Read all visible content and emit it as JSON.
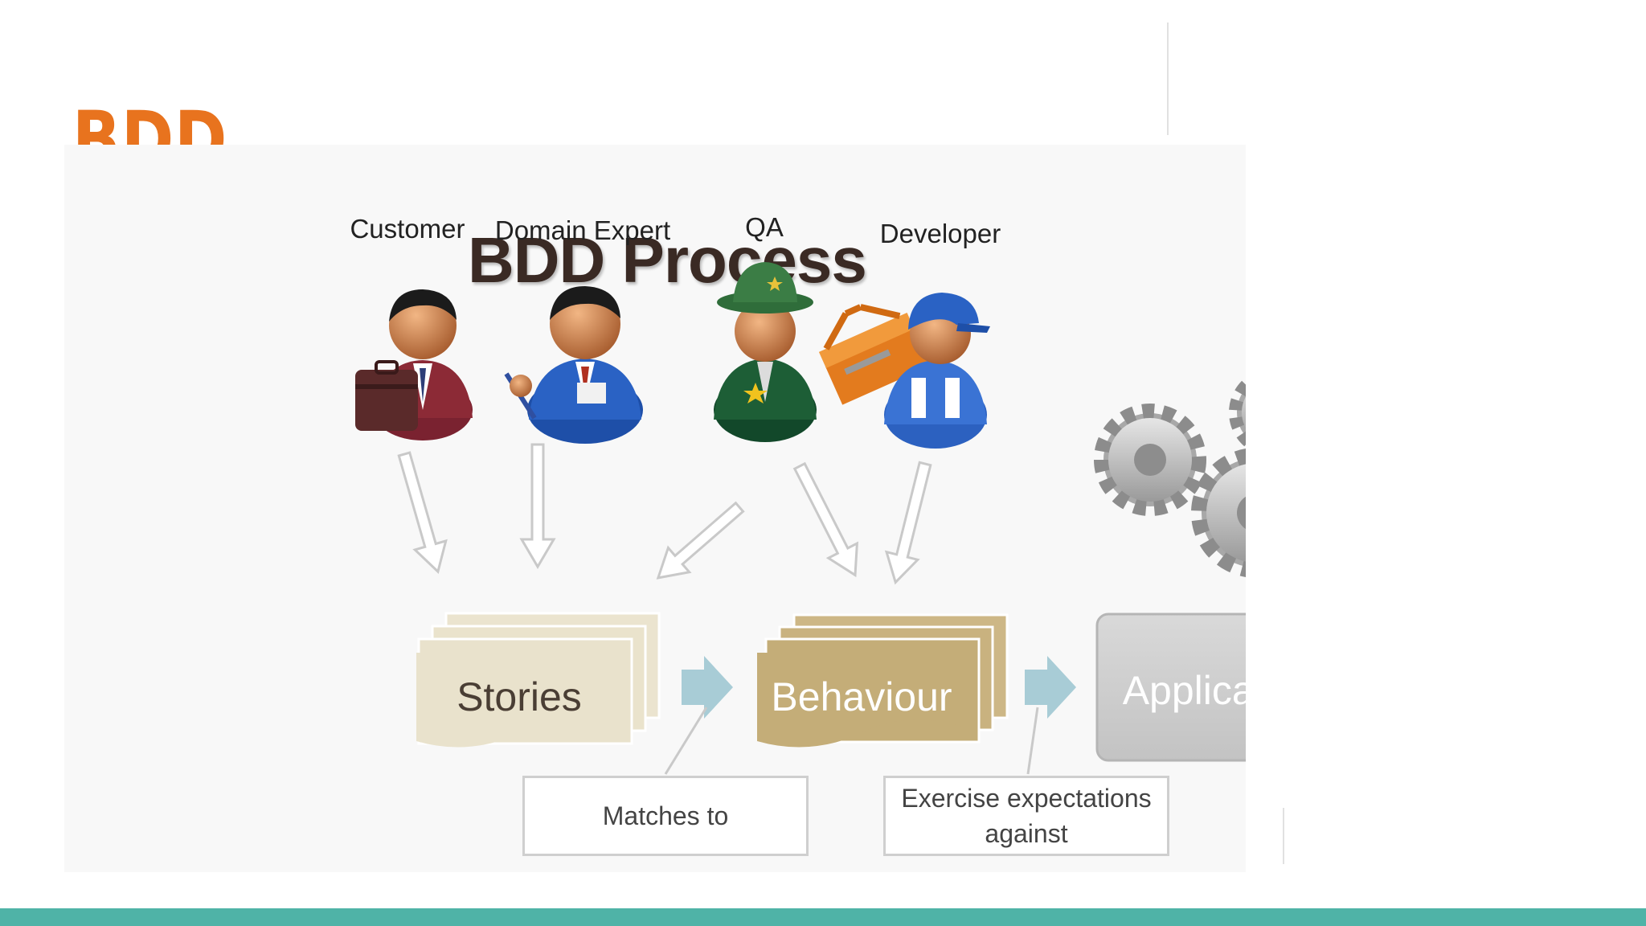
{
  "slide": {
    "title": "BDD",
    "title_color": "#e8731e",
    "bar_color": "#4fb3a7"
  },
  "diagram": {
    "title": "BDD Process",
    "roles": [
      {
        "label": "Customer",
        "icon": "businessman-icon"
      },
      {
        "label": "Domain Expert",
        "icon": "domain-expert-icon"
      },
      {
        "label": "QA",
        "icon": "qa-inspector-icon"
      },
      {
        "label": "Developer",
        "icon": "developer-icon"
      }
    ],
    "artifacts": {
      "stories": "Stories",
      "behaviour": "Behaviour",
      "application": "Application"
    },
    "notes": {
      "matches": "Matches to",
      "exercise_line1": "Exercise expectations",
      "exercise_line2": "against"
    },
    "colors": {
      "stories_fill": "#e9e2cc",
      "behaviour_fill": "#c4ad78",
      "application_fill": "#cfcfcf",
      "arrow_fill": "#a8ccd6"
    },
    "gears_icon": "gears-icon"
  }
}
